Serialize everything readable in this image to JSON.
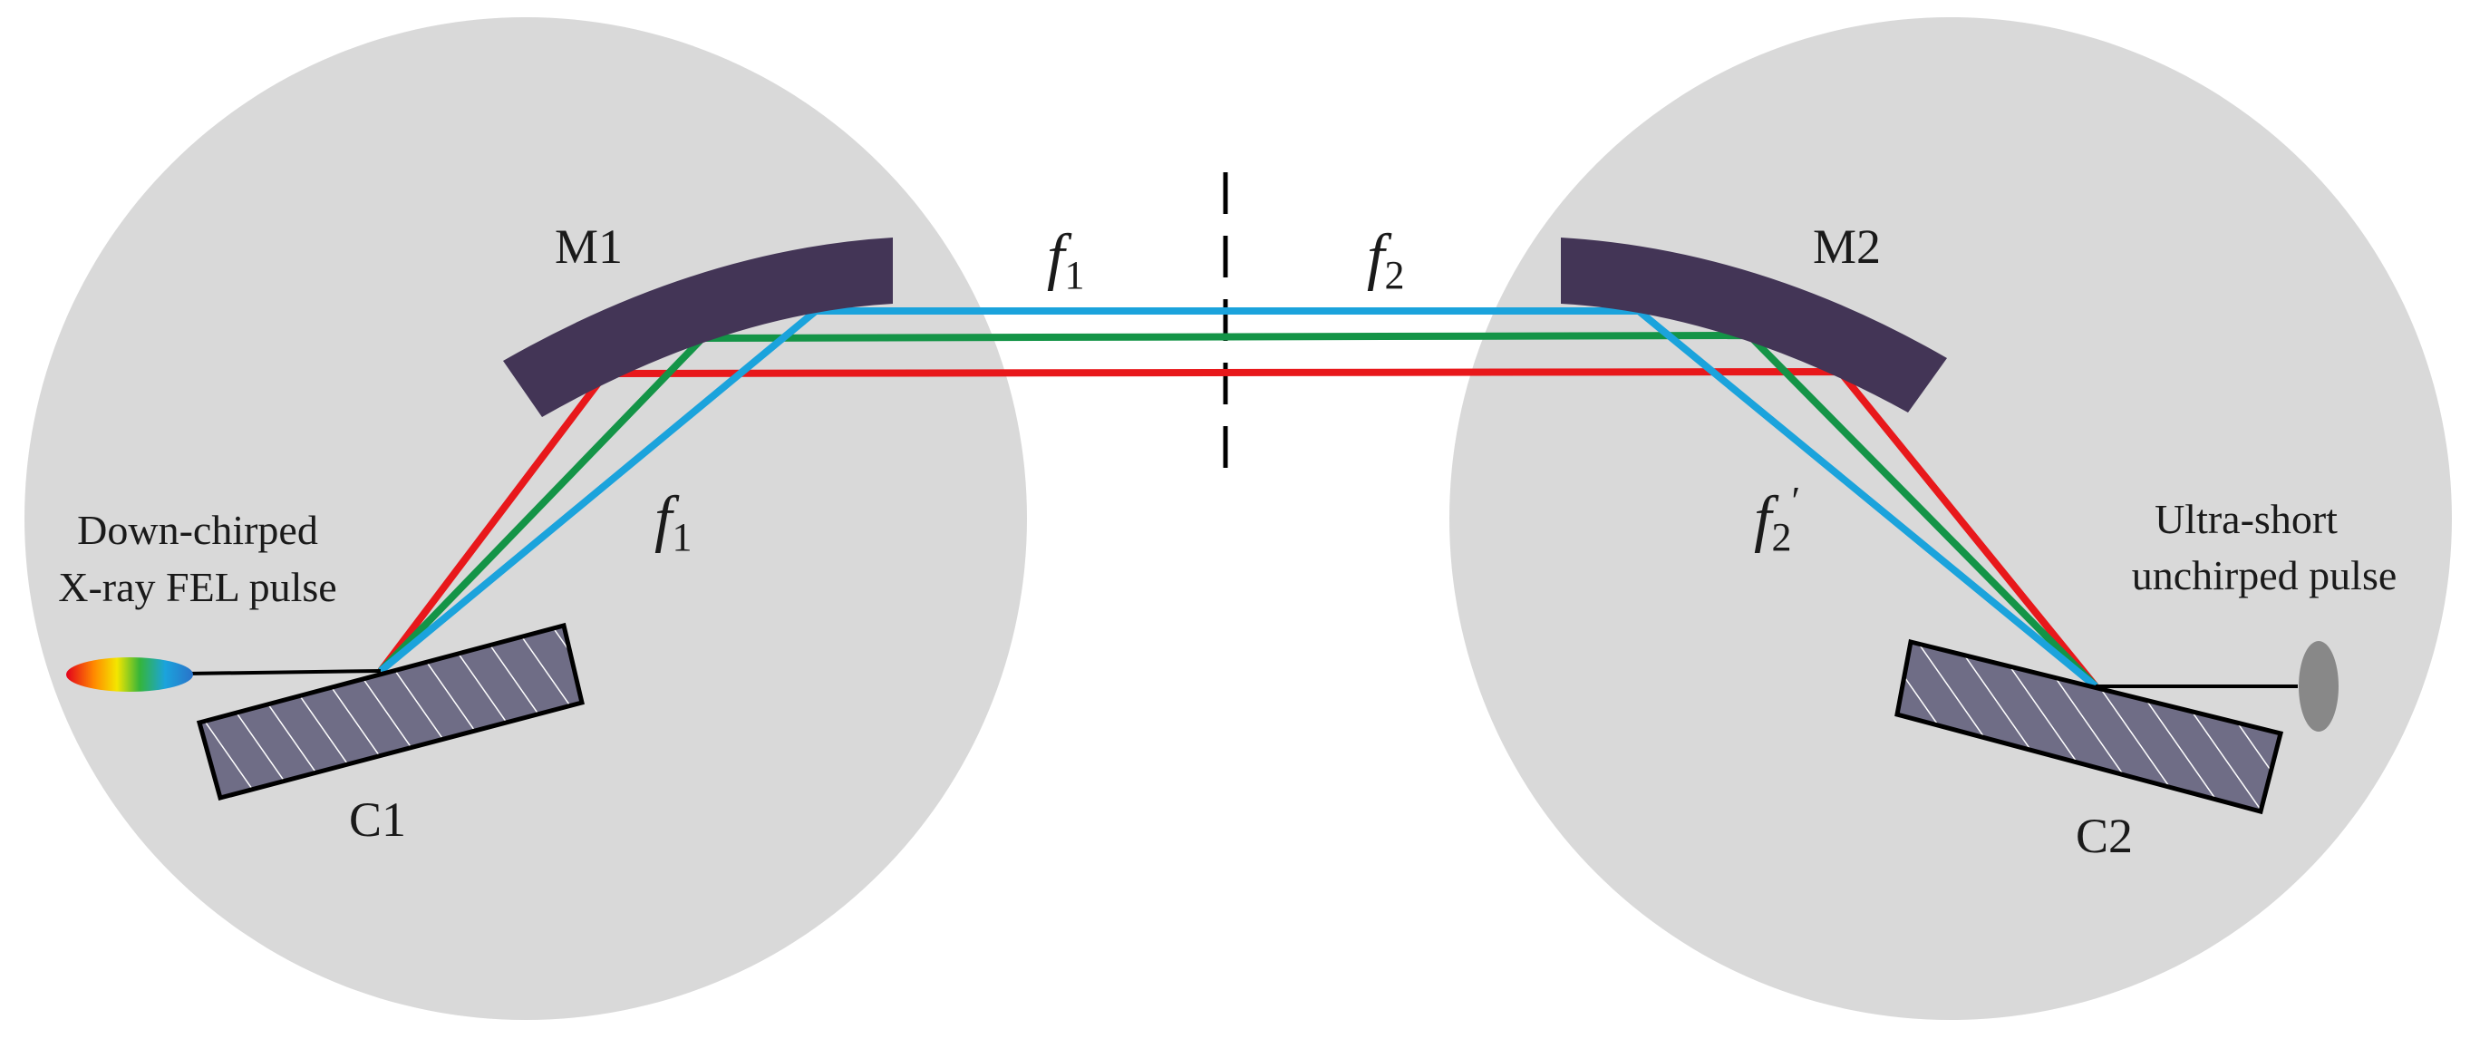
{
  "labels": {
    "m1": "M1",
    "m2": "M2",
    "c1": "C1",
    "c2": "C2"
  },
  "descriptions": {
    "input_line1": "Down-chirped",
    "input_line2": "X-ray FEL pulse",
    "output_line1": "Ultra-short",
    "output_line2": "unchirped pulse"
  },
  "focal": {
    "symbol": "f",
    "top_left_sub": "1",
    "top_right_sub": "2",
    "left_sub": "1",
    "right_sub": "2",
    "right_prime": "′"
  },
  "colors": {
    "background_circle": "#d9d9d9",
    "mirror": "#433556",
    "crystal": "#6f6d86",
    "beam_red": "#e8181b",
    "beam_green": "#149447",
    "beam_blue": "#1ba3dc",
    "output_pulse": "#888888",
    "line": "#000000"
  }
}
